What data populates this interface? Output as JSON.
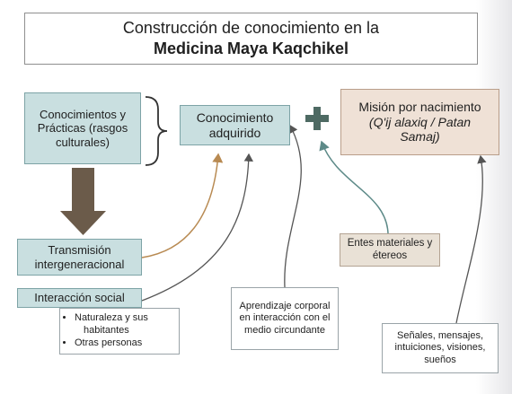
{
  "title": {
    "line1": "Construcción de conocimiento en la",
    "line2": "Medicina Maya Kaqchikel"
  },
  "boxes": {
    "conocimientos_practicas": "Conocimientos y Prácticas (rasgos culturales)",
    "conocimiento_adquirido": "Conocimiento adquirido",
    "mision_line1": "Misión por nacimiento",
    "mision_line2": "(Q'ij alaxiq / Patan Samaj)",
    "transmision": "Transmisión intergeneracional",
    "interaccion_social": "Interacción social",
    "entes": "Entes materiales y étereos",
    "aprendizaje": "Aprendizaje corporal en interacción con el medio circundante",
    "senales": "Señales, mensajes, intuiciones, visiones, sueños"
  },
  "interaccion_list": {
    "item1_a": "Naturaleza y sus",
    "item1_b": "habitantes",
    "item2": "Otras personas"
  },
  "colors": {
    "teal_box": "#c9dfe0",
    "beige_box": "#efe1d6",
    "arrow_brown": "#6b5b4a",
    "plus_green": "#4e6a63"
  }
}
